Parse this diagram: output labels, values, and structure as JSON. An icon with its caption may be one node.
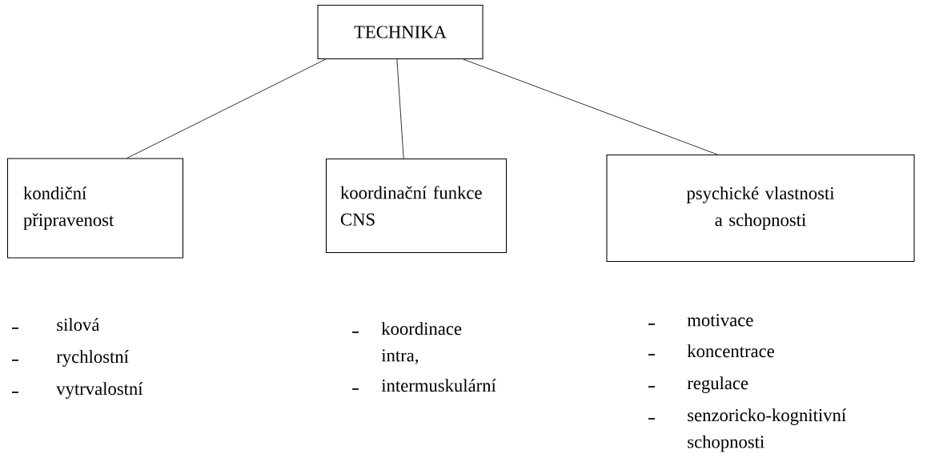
{
  "diagram": {
    "nodes": [
      {
        "text": [
          "TECHNIKA"
        ]
      },
      {
        "text": [
          "kondiční připravenost"
        ]
      },
      {
        "text": [
          "koordinační funkce CNS"
        ]
      },
      {
        "text": [
          "psychické vlastnosti a schopnosti"
        ]
      }
    ],
    "edges": [
      {
        "from": 0,
        "to": 1,
        "arrow": "none"
      },
      {
        "from": 0,
        "to": 2,
        "arrow": "none"
      },
      {
        "from": 0,
        "to": 3,
        "arrow": "none"
      }
    ],
    "labels": [
      "silová",
      "rychlostní",
      "vytrvalostní",
      "koordinace intra,",
      "intermuskulární",
      "motivace",
      "koncentrace",
      "regulace",
      "senzoricko-kognitivní schopnosti"
    ]
  }
}
